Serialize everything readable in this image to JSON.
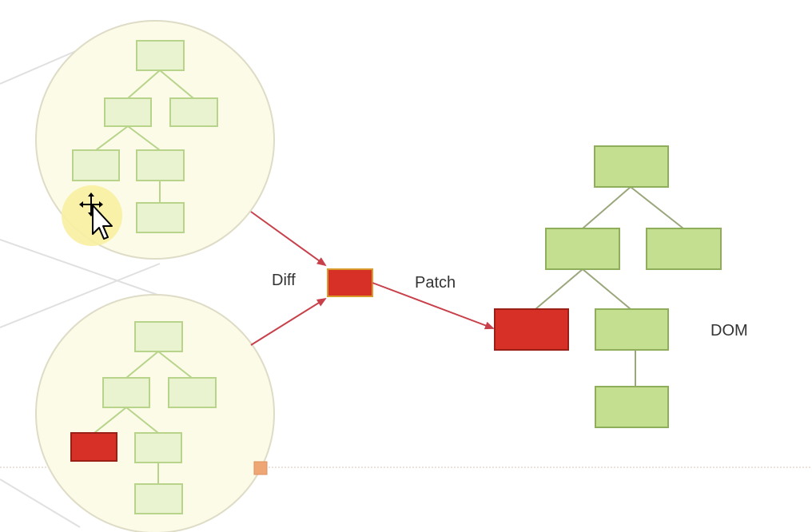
{
  "labels": {
    "diff": "Diff",
    "patch": "Patch",
    "dom": "DOM"
  },
  "colors": {
    "node_fill_dom": "#c4df8f",
    "node_stroke_dom": "#8fae5c",
    "node_fill_virtual": "#eaf3cf",
    "node_stroke_virtual": "#b8d38a",
    "changed_fill": "#d63027",
    "changed_stroke": "#9a1f16",
    "diff_node_stroke": "#d89a2a",
    "circle_fill": "#fbfbe8",
    "circle_stroke": "#dedcc6",
    "arrow": "#c8404a",
    "edge": "#9aa67c",
    "cursor_highlight": "#f8f0a0"
  },
  "icons": [
    "move-cursor-icon"
  ]
}
